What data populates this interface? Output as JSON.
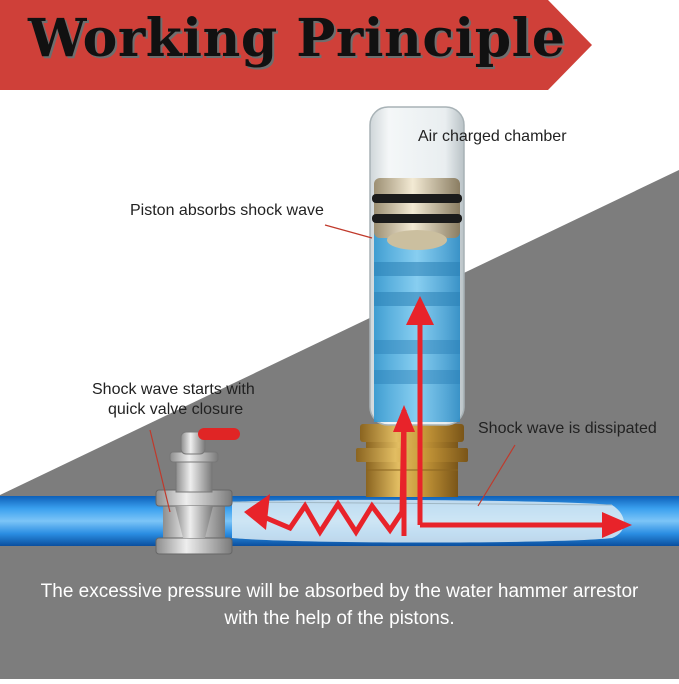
{
  "banner": {
    "title": "Working Principle"
  },
  "labels": {
    "air_chamber": "Air charged chamber",
    "piston": "Piston absorbs shock wave",
    "shock_start_line1": "Shock wave starts with",
    "shock_start_line2": "quick valve closure",
    "dissipated": "Shock wave is dissipated"
  },
  "caption": {
    "line1": "The excessive pressure will be absorbed by the water hammer arrestor",
    "line2": "with the help of the pistons."
  },
  "colors": {
    "banner": "#cf4039",
    "background_gray": "#7d7d7d",
    "pipe_blue": "#1a86e0",
    "water_blue": "#5bb8e6",
    "arrow_red": "#e8232a",
    "brass": "#c49a3c"
  }
}
